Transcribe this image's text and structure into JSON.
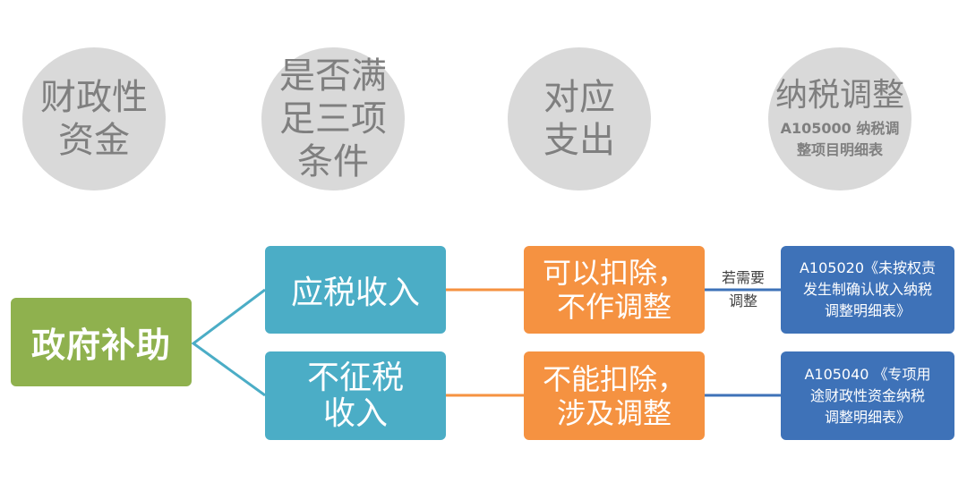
{
  "header": {
    "circles": [
      {
        "text": "财政性\n资金"
      },
      {
        "text": "是否满\n足三项\n条件"
      },
      {
        "text": "对应\n支出"
      },
      {
        "text": "纳税调整",
        "subtext": "A105000 纳税调\n整项目明细表"
      }
    ]
  },
  "flow": {
    "root": "政府补助",
    "taxable": "应税收入",
    "non_taxable": "不征税\n收入",
    "deductible": "可以扣除，\n不作调整",
    "non_deductible": "不能扣除，\n涉及调整",
    "adjust_label": "若需要\n调整",
    "form_a105020": "A105020《未按权责\n发生制确认收入纳税\n调整明细表》",
    "form_a105040": "A105040 《专项用\n途财政性资金纳税\n调整明细表》"
  },
  "colors": {
    "circle": "#d9d9d9",
    "circle_text": "#7f7f7f",
    "root": "#8fb14e",
    "income": "#4badc6",
    "deduction": "#f59241",
    "form": "#3e72b8",
    "connector_orange": "#f59241",
    "connector_blue": "#3e72b8"
  }
}
